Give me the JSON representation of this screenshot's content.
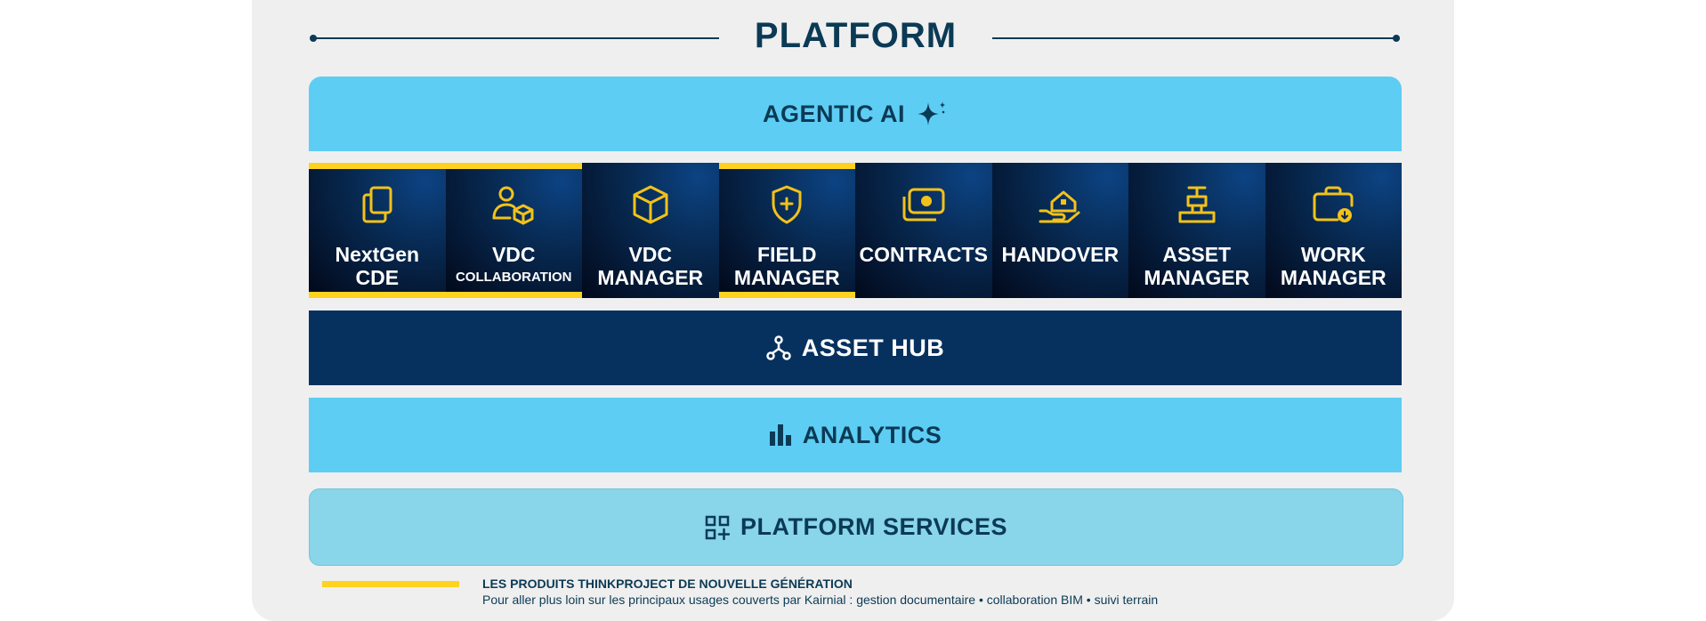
{
  "title": "PLATFORM",
  "agentic_ai": {
    "label": "AGENTIC AI",
    "icon": "sparkle-icon"
  },
  "products": [
    {
      "line1": "NextGen",
      "line2": "CDE",
      "icon": "documents-icon",
      "next_gen": true
    },
    {
      "line1": "VDC",
      "line2": "COLLABORATION",
      "icon": "user-cube-icon",
      "next_gen": true
    },
    {
      "line1": "VDC",
      "line2": "MANAGER",
      "icon": "cube-icon",
      "next_gen": false
    },
    {
      "line1": "FIELD",
      "line2": "MANAGER",
      "icon": "shield-plus-icon",
      "next_gen": true
    },
    {
      "line1": "CONTRACTS",
      "line2": "",
      "icon": "money-icon",
      "next_gen": false
    },
    {
      "line1": "HANDOVER",
      "line2": "",
      "icon": "hand-house-icon",
      "next_gen": false
    },
    {
      "line1": "ASSET",
      "line2": "MANAGER",
      "icon": "valve-icon",
      "next_gen": false
    },
    {
      "line1": "WORK",
      "line2": "MANAGER",
      "icon": "briefcase-icon",
      "next_gen": false
    }
  ],
  "asset_hub": {
    "label": "ASSET HUB",
    "icon": "hub-network-icon"
  },
  "analytics": {
    "label": "ANALYTICS",
    "icon": "bar-chart-icon"
  },
  "platform_services": {
    "label": "PLATFORM SERVICES",
    "icon": "grid-plus-icon"
  },
  "legend": {
    "title": "LES PRODUITS THINKPROJECT DE NOUVELLE GÉNÉRATION",
    "description": "Pour aller plus loin sur les principaux usages couverts par Kairnial : gestion documentaire • collaboration BIM • suivi terrain"
  },
  "colors": {
    "navy_text": "#0b3a55",
    "light_blue": "#5ecdf4",
    "pale_blue": "#89d5e9",
    "dark_navy": "#06315e",
    "highlight_yellow": "#ffd21f",
    "icon_yellow": "#f2c21a"
  }
}
